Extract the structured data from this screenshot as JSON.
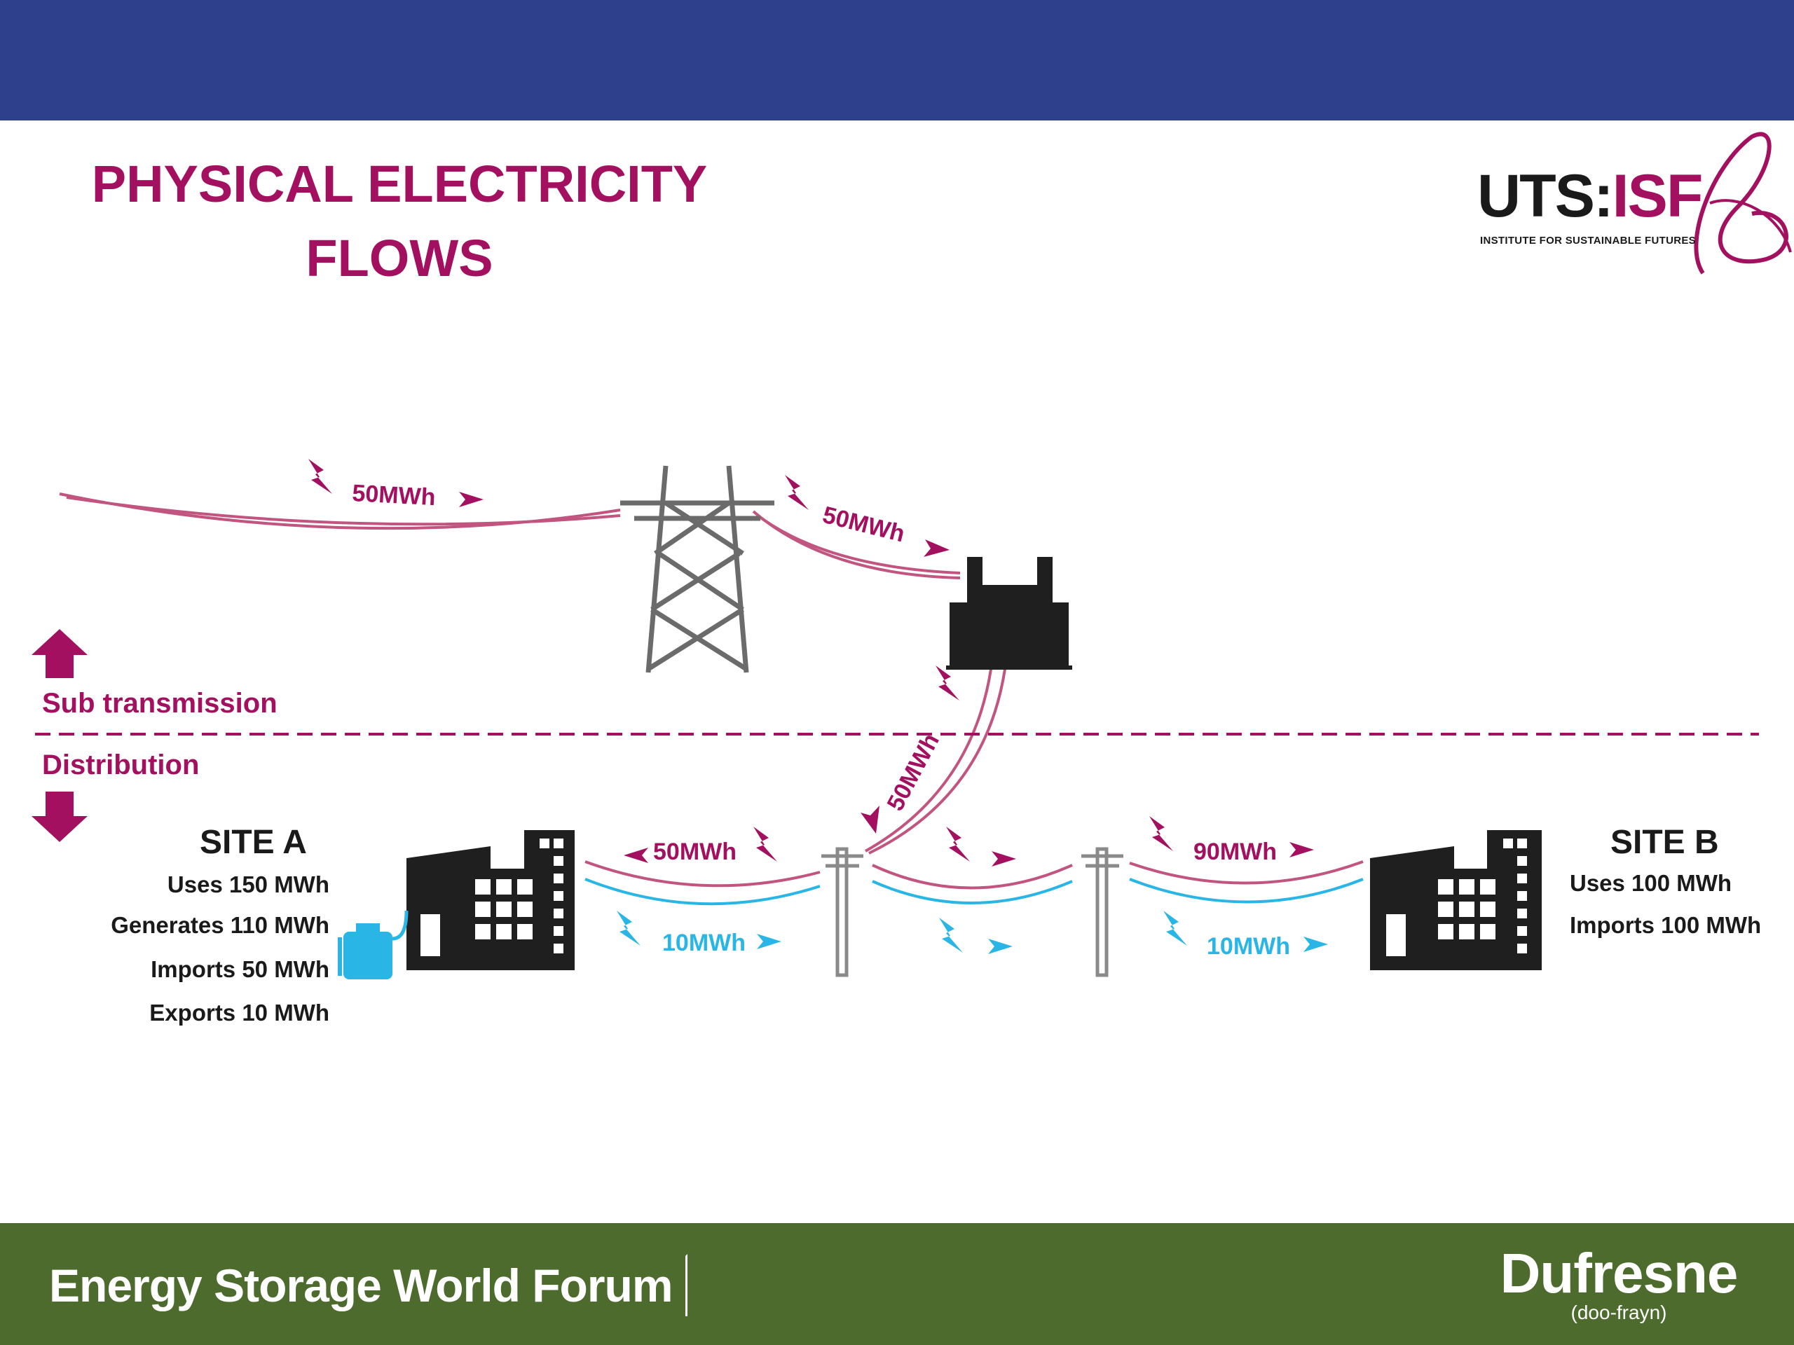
{
  "title": {
    "line1": "PHYSICAL ELECTRICITY",
    "line2": "FLOWS"
  },
  "logo": {
    "main_prefix": "UTS:",
    "main_suffix": "ISF",
    "subtitle": "INSTITUTE FOR SUSTAINABLE FUTURES"
  },
  "zones": {
    "upper": "Sub transmission",
    "lower": "Distribution"
  },
  "site_a": {
    "title": "SITE A",
    "lines": [
      "Uses 150 MWh",
      "Generates 110 MWh",
      "Imports 50 MWh",
      "Exports 10 MWh"
    ]
  },
  "site_b": {
    "title": "SITE B",
    "lines": [
      "Uses 100 MWh",
      "Imports 100 MWh"
    ]
  },
  "flows": {
    "transmission_in": "50MWh",
    "tower_to_substation": "50MWh",
    "substation_to_pole": "50MWh",
    "pole_to_site_a": "50MWh",
    "site_a_export": "10MWh",
    "to_site_b_import": "90MWh",
    "to_site_b_export": "10MWh"
  },
  "footer": {
    "left": "Energy Storage World Forum",
    "right_main": "Dufresne",
    "right_sub": "(doo-frayn)"
  },
  "colors": {
    "import": "#a3105f",
    "export": "#29b6e6",
    "line_import": "#c2557f",
    "header": "#2e3f8c",
    "footer": "#4c6b2d"
  }
}
